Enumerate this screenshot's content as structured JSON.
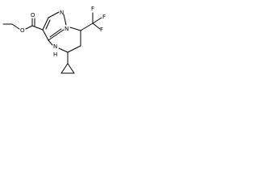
{
  "molecule": {
    "atoms": {
      "carbonyl_oxygen": "O",
      "ester_oxygen": "O",
      "pyrazole_nitrogen": "N",
      "bridge_nitrogen": "N",
      "amine_nitrogen": "N",
      "amine_hydrogen": "H",
      "cf3_fluorine_top": "F",
      "cf3_fluorine_right": "F",
      "cf3_fluorine_lower": "F"
    }
  }
}
